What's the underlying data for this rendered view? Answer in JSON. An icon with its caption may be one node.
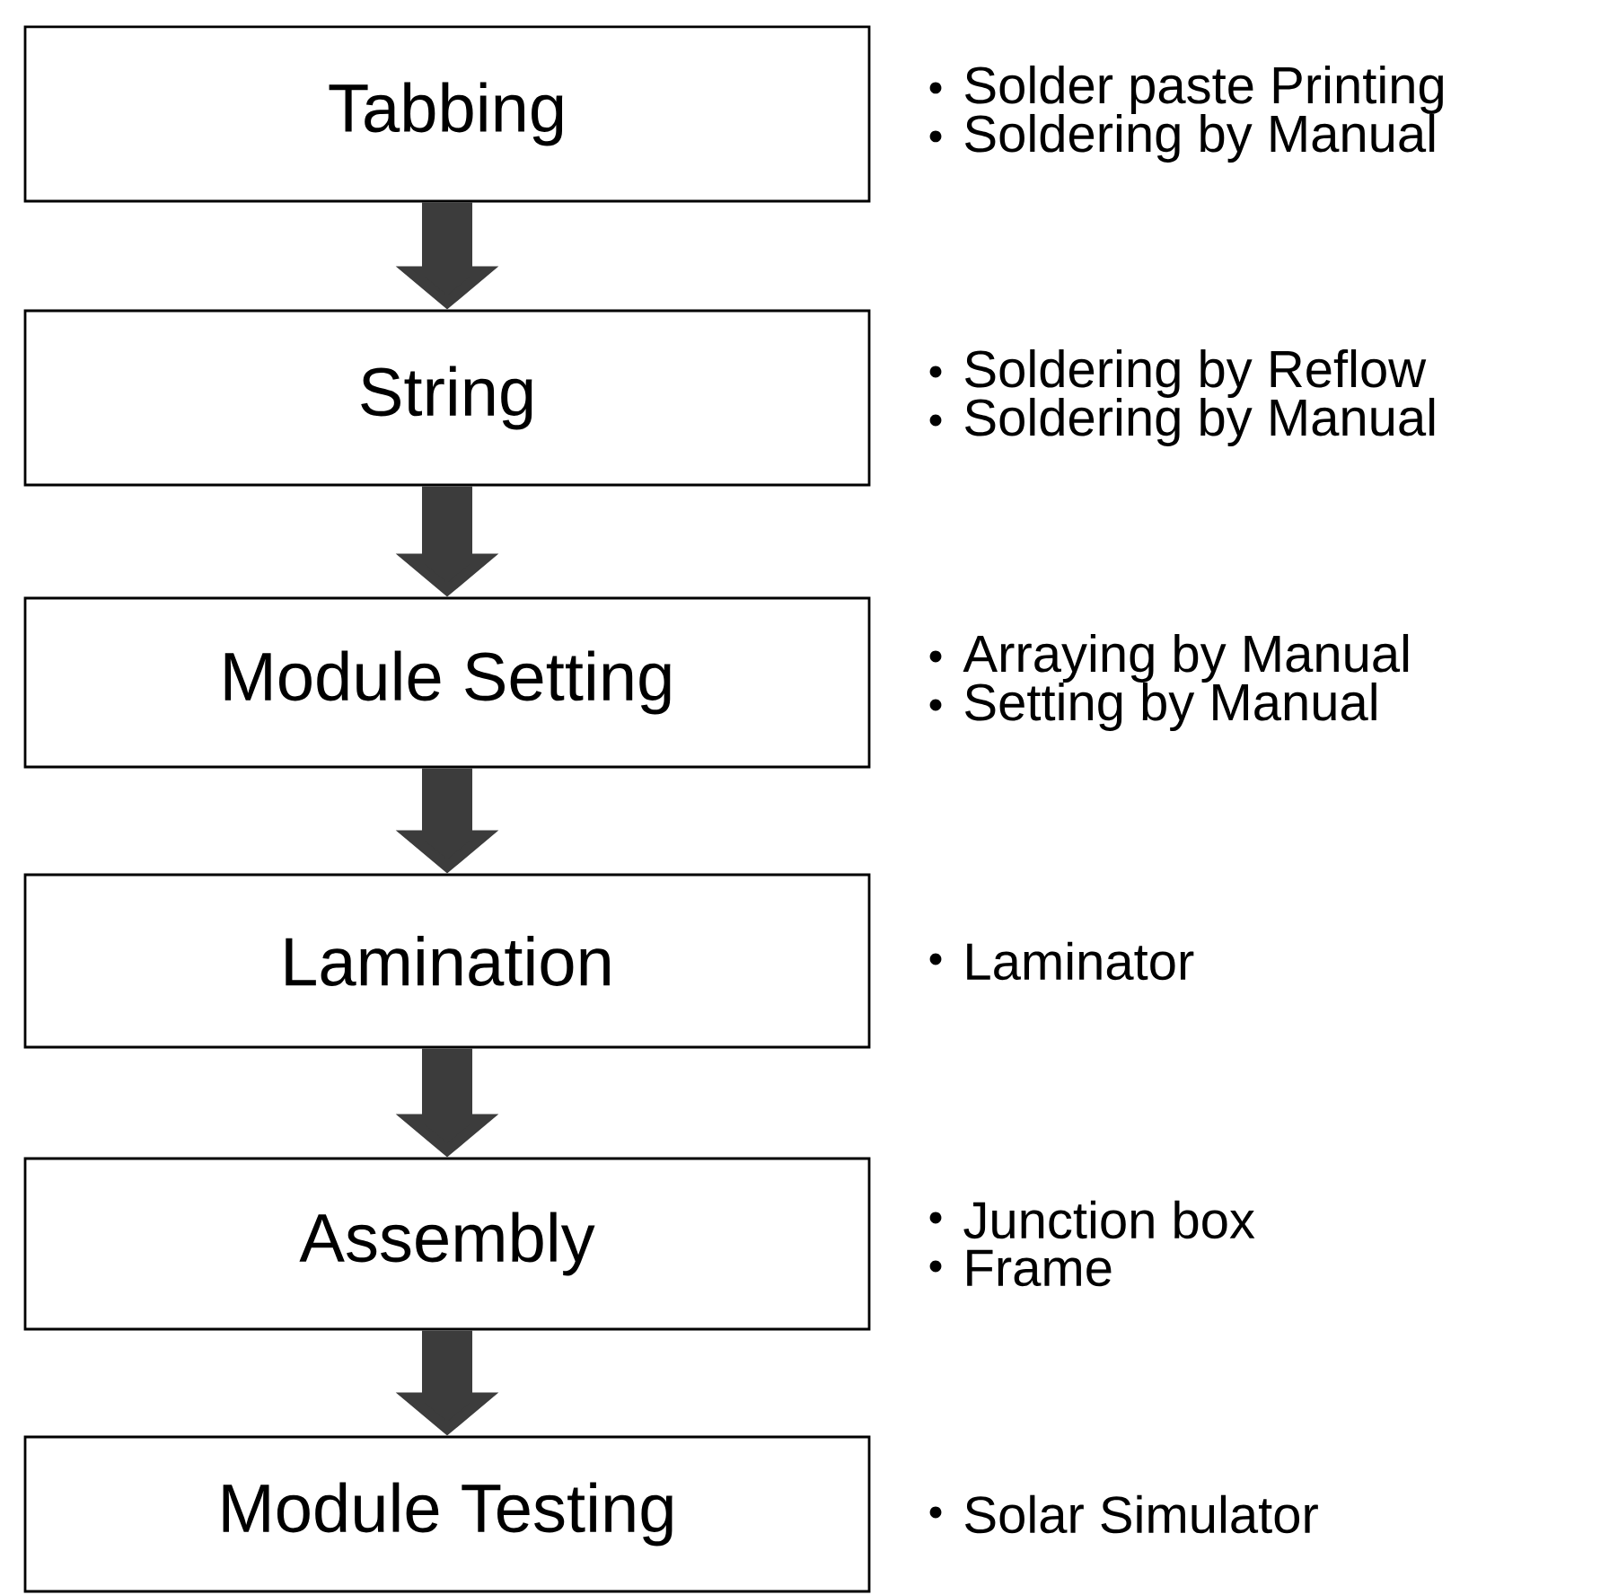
{
  "diagram": {
    "nodes": [
      {
        "text": [
          "Tabbing"
        ],
        "beside": [
          "Solder paste Printing",
          "Soldering by Manual"
        ]
      },
      {
        "text": [
          "String"
        ],
        "beside": [
          "Soldering by Reflow",
          "Soldering by Manual"
        ]
      },
      {
        "text": [
          "Module Setting"
        ],
        "beside": [
          "Arraying by Manual",
          "Setting by Manual"
        ]
      },
      {
        "text": [
          "Lamination"
        ],
        "beside": [
          "Laminator"
        ]
      },
      {
        "text": [
          "Assembly"
        ],
        "beside": [
          "Junction box",
          "Frame"
        ]
      },
      {
        "text": [
          "Module Testing"
        ],
        "beside": [
          "Solar Simulator"
        ]
      }
    ],
    "edges": [
      {
        "from": 0,
        "to": 1,
        "arrow": "to"
      },
      {
        "from": 1,
        "to": 2,
        "arrow": "to"
      },
      {
        "from": 2,
        "to": 3,
        "arrow": "to"
      },
      {
        "from": 3,
        "to": 4,
        "arrow": "to"
      },
      {
        "from": 4,
        "to": 5,
        "arrow": "to"
      }
    ]
  }
}
